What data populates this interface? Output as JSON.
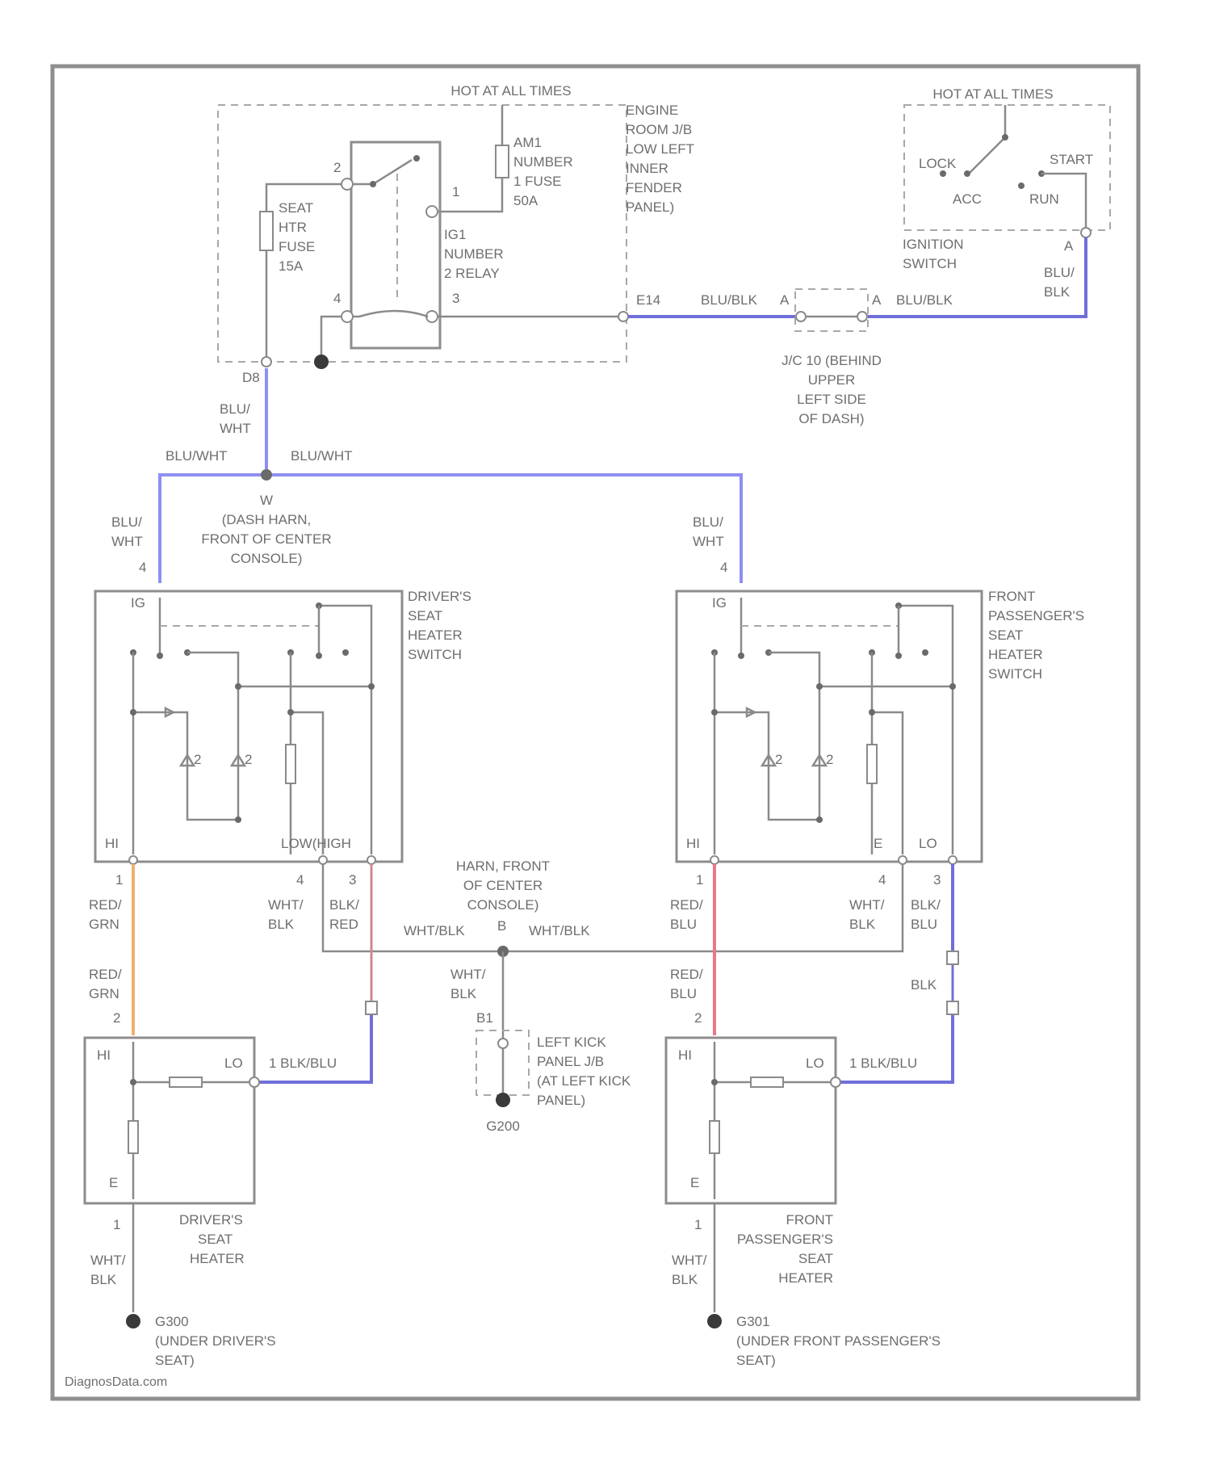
{
  "colors": {
    "blue_wire": "#8f8ff2",
    "blue_black_wire": "#6f6fd8",
    "orange_wire": "#f0b070",
    "red_wire": "#e8788c",
    "red_black_wire": "#c88c8c",
    "line": "#8a8a8a"
  },
  "fuse_block": {
    "header": "HOT AT ALL TIMES",
    "location": [
      "ENGINE",
      "ROOM J/B",
      "LOW LEFT",
      "INNER",
      "FENDER",
      "PANEL)"
    ],
    "relay_fuse": [
      "AM1",
      "NUMBER",
      "1 FUSE",
      "50A"
    ],
    "seat_fuse": [
      "SEAT",
      "HTR",
      "FUSE",
      "15A"
    ],
    "relay_name": [
      "IG1",
      "NUMBER",
      "2 RELAY"
    ],
    "pin_2": "2",
    "pin_1": "1",
    "pin_4": "4",
    "pin_3": "3",
    "conn_e14": "E14",
    "conn_d8": "D8"
  },
  "ignition_switch": {
    "header": "HOT AT ALL TIMES",
    "positions": {
      "lock": "LOCK",
      "acc": "ACC",
      "start": "START",
      "run": "RUN"
    },
    "name": [
      "IGNITION",
      "SWITCH"
    ],
    "pin": "A",
    "wire": [
      "BLU/",
      "BLK"
    ]
  },
  "junction_connector": {
    "wire_left": "BLU/BLK",
    "wire_right": "BLU/BLK",
    "pin_left": "A",
    "pin_right": "A",
    "name": [
      "J/C 10 (BEHIND",
      "UPPER",
      "LEFT SIDE",
      "OF DASH)"
    ]
  },
  "dash_splice": {
    "wire_d8": [
      "BLU/",
      "WHT"
    ],
    "wire_left": "BLU/WHT",
    "wire_right": "BLU/WHT",
    "label": [
      "W",
      "(DASH HARN,",
      "FRONT OF CENTER",
      "CONSOLE)"
    ]
  },
  "driver_switch": {
    "feed_wire": [
      "BLU/",
      "WHT"
    ],
    "feed_pin": "4",
    "ig_label": "IG",
    "name": [
      "DRIVER'S",
      "SEAT",
      "HEATER",
      "SWITCH"
    ],
    "hi": "HI",
    "bottom_right": "LOW(HIGH",
    "led_1": "2",
    "led_2": "2",
    "pin_1": "1",
    "pin_4": "4",
    "pin_3": "3",
    "wire_1": [
      "RED/",
      "GRN"
    ],
    "wire_4": [
      "WHT/",
      "BLK"
    ],
    "wire_3": [
      "BLK/",
      "RED"
    ]
  },
  "passenger_switch": {
    "feed_wire": [
      "BLU/",
      "WHT"
    ],
    "feed_pin": "4",
    "ig_label": "IG",
    "name": [
      "FRONT",
      "PASSENGER'S",
      "SEAT",
      "HEATER",
      "SWITCH"
    ],
    "hi": "HI",
    "e": "E",
    "lo": "LO",
    "led_1": "2",
    "led_2": "2",
    "pin_1": "1",
    "pin_4": "4",
    "pin_3": "3",
    "wire_1": [
      "RED/",
      "BLU"
    ],
    "wire_4": [
      "WHT/",
      "BLK"
    ],
    "wire_3": [
      "BLK/",
      "BLU"
    ]
  },
  "ground_splice": {
    "label": [
      "HARN, FRONT",
      "OF CENTER",
      "CONSOLE)"
    ],
    "pin": "B",
    "wire_left": "WHT/BLK",
    "wire_right": "WHT/BLK",
    "wire_down": [
      "WHT/",
      "BLK"
    ],
    "conn": "B1",
    "jb_label": [
      "LEFT KICK",
      "PANEL J/B",
      "(AT LEFT KICK",
      "PANEL)"
    ],
    "ground": "G200"
  },
  "driver_heater": {
    "feed_wire": [
      "RED/",
      "GRN"
    ],
    "feed_pin": "2",
    "hi": "HI",
    "lo": "LO",
    "e": "E",
    "lo_wire": "1  BLK/BLU",
    "bottom_pin": "1",
    "name": [
      "DRIVER'S",
      "SEAT",
      "HEATER"
    ],
    "ground_wire": [
      "WHT/",
      "BLK"
    ],
    "ground": [
      "G300",
      "(UNDER DRIVER'S",
      "SEAT)"
    ]
  },
  "passenger_heater": {
    "feed_wire": [
      "RED/",
      "BLU"
    ],
    "feed_pin": "2",
    "hi": "HI",
    "lo": "LO",
    "e": "E",
    "lo_wire": "1  BLK/BLU",
    "mid_wire": "BLK",
    "bottom_pin": "1",
    "name": [
      "FRONT",
      "PASSENGER'S",
      "SEAT",
      "HEATER"
    ],
    "ground_wire": [
      "WHT/",
      "BLK"
    ],
    "ground": [
      "G301",
      "(UNDER FRONT PASSENGER'S",
      "SEAT)"
    ]
  },
  "watermark": "DiagnosData.com"
}
